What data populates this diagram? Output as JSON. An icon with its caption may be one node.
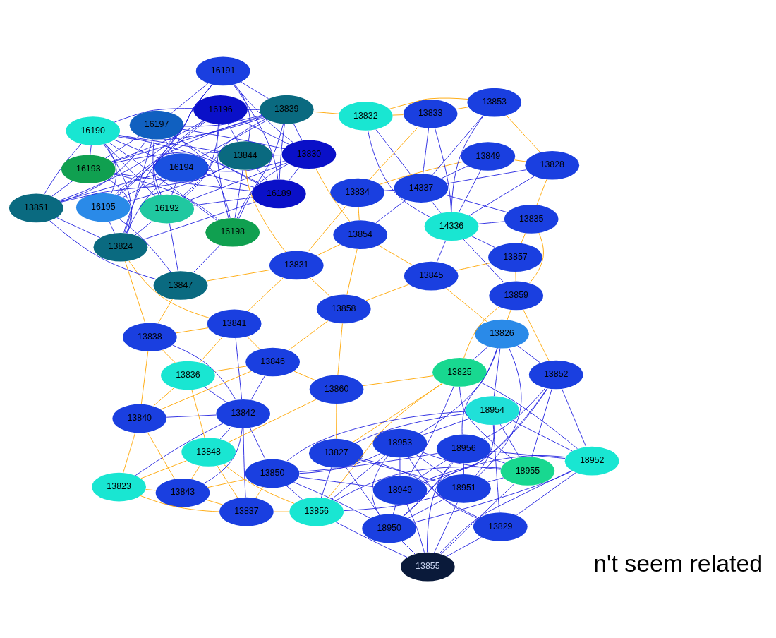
{
  "diagram": {
    "nodes": [
      {
        "text": [
          "13842"
        ]
      },
      {
        "text": [
          "13840"
        ]
      },
      {
        "text": [
          "13843"
        ]
      },
      {
        "text": [
          "16190"
        ]
      },
      {
        "text": [
          "16192"
        ]
      },
      {
        "text": [
          "13838"
        ]
      },
      {
        "text": [
          "13823"
        ]
      },
      {
        "text": [
          "13837"
        ]
      },
      {
        "text": [
          "13850"
        ]
      },
      {
        "text": [
          "18950"
        ]
      },
      {
        "text": [
          "18953"
        ]
      },
      {
        "text": [
          "18949"
        ]
      },
      {
        "text": [
          "16194"
        ]
      },
      {
        "text": [
          "13824"
        ]
      },
      {
        "text": [
          "13836"
        ]
      },
      {
        "text": [
          "13848"
        ]
      },
      {
        "text": [
          "16189"
        ]
      },
      {
        "text": [
          "13851"
        ]
      },
      {
        "text": [
          "13847"
        ]
      },
      {
        "text": [
          "13841"
        ]
      },
      {
        "text": [
          "13846"
        ]
      },
      {
        "text": [
          "13856"
        ]
      },
      {
        "text": [
          "13855"
        ]
      },
      {
        "text": [
          "18951"
        ]
      },
      {
        "text": [
          "16191"
        ]
      },
      {
        "text": [
          "16195"
        ]
      },
      {
        "text": [
          "13844"
        ]
      },
      {
        "text": [
          "13860"
        ]
      },
      {
        "text": [
          "13827"
        ]
      },
      {
        "text": [
          "18952"
        ]
      },
      {
        "text": [
          "13831"
        ]
      },
      {
        "text": [
          "18954"
        ]
      },
      {
        "text": [
          "16197"
        ]
      },
      {
        "text": [
          "16196"
        ]
      },
      {
        "text": [
          "13830"
        ]
      },
      {
        "text": [
          "13858"
        ]
      },
      {
        "text": [
          "13825"
        ]
      },
      {
        "text": [
          "13829"
        ]
      },
      {
        "text": [
          "13854"
        ]
      },
      {
        "text": [
          "13845"
        ]
      },
      {
        "text": [
          "18955"
        ]
      },
      {
        "text": [
          "16193"
        ]
      },
      {
        "text": [
          "13839"
        ]
      },
      {
        "text": [
          "13826"
        ]
      },
      {
        "text": [
          "13852"
        ]
      },
      {
        "text": [
          "18956"
        ]
      },
      {
        "text": [
          "16198"
        ]
      },
      {
        "text": [
          "13834"
        ]
      },
      {
        "text": [
          "13857"
        ]
      },
      {
        "text": [
          "13859"
        ]
      },
      {
        "text": [
          "13832"
        ]
      },
      {
        "text": [
          "13849"
        ]
      },
      {
        "text": [
          "13835"
        ]
      },
      {
        "text": [
          "13833"
        ]
      },
      {
        "text": [
          "13853"
        ]
      },
      {
        "text": [
          "13828"
        ]
      },
      {
        "text": [
          "14337"
        ]
      },
      {
        "text": [
          "14336"
        ]
      }
    ],
    "edges": [
      {
        "from": 0,
        "to": 1,
        "arrow": "none"
      },
      {
        "from": 0,
        "to": 2,
        "arrow": "none"
      },
      {
        "from": 0,
        "to": 5,
        "arrow": "none"
      },
      {
        "from": 0,
        "to": 7,
        "arrow": "none"
      },
      {
        "from": 0,
        "to": 14,
        "arrow": "none"
      },
      {
        "from": 0,
        "to": 20,
        "arrow": "none"
      },
      {
        "from": 0,
        "to": 6,
        "arrow": "none"
      },
      {
        "from": 0,
        "to": 15,
        "arrow": "none"
      },
      {
        "from": 0,
        "to": 8,
        "arrow": "none"
      },
      {
        "from": 0,
        "to": 19,
        "arrow": "none"
      },
      {
        "from": 3,
        "to": 4,
        "arrow": "none"
      },
      {
        "from": 3,
        "to": 12,
        "arrow": "none"
      },
      {
        "from": 3,
        "to": 16,
        "arrow": "none"
      },
      {
        "from": 3,
        "to": 25,
        "arrow": "none"
      },
      {
        "from": 3,
        "to": 33,
        "arrow": "none"
      },
      {
        "from": 3,
        "to": 41,
        "arrow": "none"
      },
      {
        "from": 3,
        "to": 46,
        "arrow": "none"
      },
      {
        "from": 4,
        "to": 16,
        "arrow": "none"
      },
      {
        "from": 4,
        "to": 12,
        "arrow": "none"
      },
      {
        "from": 4,
        "to": 24,
        "arrow": "none"
      },
      {
        "from": 4,
        "to": 32,
        "arrow": "none"
      },
      {
        "from": 4,
        "to": 33,
        "arrow": "none"
      },
      {
        "from": 12,
        "to": 16,
        "arrow": "none"
      },
      {
        "from": 12,
        "to": 25,
        "arrow": "none"
      },
      {
        "from": 12,
        "to": 32,
        "arrow": "none"
      },
      {
        "from": 16,
        "to": 24,
        "arrow": "none"
      },
      {
        "from": 16,
        "to": 32,
        "arrow": "none"
      },
      {
        "from": 16,
        "to": 41,
        "arrow": "none"
      },
      {
        "from": 24,
        "to": 32,
        "arrow": "none"
      },
      {
        "from": 24,
        "to": 25,
        "arrow": "none"
      },
      {
        "from": 25,
        "to": 33,
        "arrow": "none"
      },
      {
        "from": 32,
        "to": 41,
        "arrow": "none"
      },
      {
        "from": 32,
        "to": 46,
        "arrow": "none"
      },
      {
        "from": 33,
        "to": 41,
        "arrow": "none"
      },
      {
        "from": 33,
        "to": 46,
        "arrow": "none"
      },
      {
        "from": 41,
        "to": 46,
        "arrow": "none"
      },
      {
        "from": 3,
        "to": 13,
        "arrow": "none"
      },
      {
        "from": 3,
        "to": 17,
        "arrow": "none"
      },
      {
        "from": 3,
        "to": 26,
        "arrow": "none"
      },
      {
        "from": 3,
        "to": 42,
        "arrow": "none"
      },
      {
        "from": 4,
        "to": 13,
        "arrow": "none"
      },
      {
        "from": 4,
        "to": 18,
        "arrow": "none"
      },
      {
        "from": 4,
        "to": 34,
        "arrow": "none"
      },
      {
        "from": 4,
        "to": 42,
        "arrow": "none"
      },
      {
        "from": 12,
        "to": 13,
        "arrow": "none"
      },
      {
        "from": 12,
        "to": 17,
        "arrow": "none"
      },
      {
        "from": 12,
        "to": 34,
        "arrow": "none"
      },
      {
        "from": 12,
        "to": 42,
        "arrow": "none"
      },
      {
        "from": 16,
        "to": 13,
        "arrow": "none"
      },
      {
        "from": 16,
        "to": 26,
        "arrow": "none"
      },
      {
        "from": 16,
        "to": 34,
        "arrow": "none"
      },
      {
        "from": 16,
        "to": 42,
        "arrow": "none"
      },
      {
        "from": 24,
        "to": 17,
        "arrow": "none"
      },
      {
        "from": 24,
        "to": 26,
        "arrow": "none"
      },
      {
        "from": 24,
        "to": 34,
        "arrow": "none"
      },
      {
        "from": 24,
        "to": 42,
        "arrow": "none"
      },
      {
        "from": 25,
        "to": 13,
        "arrow": "none"
      },
      {
        "from": 25,
        "to": 18,
        "arrow": "none"
      },
      {
        "from": 25,
        "to": 26,
        "arrow": "none"
      },
      {
        "from": 25,
        "to": 42,
        "arrow": "none"
      },
      {
        "from": 32,
        "to": 13,
        "arrow": "none"
      },
      {
        "from": 32,
        "to": 17,
        "arrow": "none"
      },
      {
        "from": 32,
        "to": 34,
        "arrow": "none"
      },
      {
        "from": 32,
        "to": 42,
        "arrow": "none"
      },
      {
        "from": 33,
        "to": 13,
        "arrow": "none"
      },
      {
        "from": 33,
        "to": 26,
        "arrow": "none"
      },
      {
        "from": 33,
        "to": 34,
        "arrow": "none"
      },
      {
        "from": 33,
        "to": 42,
        "arrow": "none"
      },
      {
        "from": 41,
        "to": 13,
        "arrow": "none"
      },
      {
        "from": 41,
        "to": 17,
        "arrow": "none"
      },
      {
        "from": 41,
        "to": 26,
        "arrow": "none"
      },
      {
        "from": 41,
        "to": 42,
        "arrow": "none"
      },
      {
        "from": 46,
        "to": 18,
        "arrow": "none"
      },
      {
        "from": 46,
        "to": 26,
        "arrow": "none"
      },
      {
        "from": 46,
        "to": 34,
        "arrow": "none"
      },
      {
        "from": 46,
        "to": 42,
        "arrow": "none"
      },
      {
        "from": 13,
        "to": 17,
        "arrow": "none"
      },
      {
        "from": 17,
        "to": 18,
        "arrow": "none"
      },
      {
        "from": 17,
        "to": 26,
        "arrow": "none"
      },
      {
        "from": 26,
        "to": 34,
        "arrow": "none"
      },
      {
        "from": 34,
        "to": 42,
        "arrow": "none"
      },
      {
        "from": 9,
        "to": 10,
        "arrow": "none"
      },
      {
        "from": 9,
        "to": 11,
        "arrow": "none"
      },
      {
        "from": 9,
        "to": 23,
        "arrow": "none"
      },
      {
        "from": 9,
        "to": 29,
        "arrow": "none"
      },
      {
        "from": 9,
        "to": 45,
        "arrow": "none"
      },
      {
        "from": 10,
        "to": 11,
        "arrow": "none"
      },
      {
        "from": 10,
        "to": 23,
        "arrow": "none"
      },
      {
        "from": 10,
        "to": 40,
        "arrow": "none"
      },
      {
        "from": 10,
        "to": 31,
        "arrow": "none"
      },
      {
        "from": 11,
        "to": 29,
        "arrow": "none"
      },
      {
        "from": 11,
        "to": 45,
        "arrow": "none"
      },
      {
        "from": 23,
        "to": 31,
        "arrow": "none"
      },
      {
        "from": 23,
        "to": 40,
        "arrow": "none"
      },
      {
        "from": 29,
        "to": 31,
        "arrow": "none"
      },
      {
        "from": 29,
        "to": 45,
        "arrow": "none"
      },
      {
        "from": 31,
        "to": 40,
        "arrow": "none"
      },
      {
        "from": 40,
        "to": 45,
        "arrow": "none"
      },
      {
        "from": 23,
        "to": 45,
        "arrow": "none"
      },
      {
        "from": 9,
        "to": 8,
        "arrow": "none"
      },
      {
        "from": 9,
        "to": 22,
        "arrow": "none"
      },
      {
        "from": 9,
        "to": 28,
        "arrow": "none"
      },
      {
        "from": 9,
        "to": 44,
        "arrow": "none"
      },
      {
        "from": 10,
        "to": 8,
        "arrow": "none"
      },
      {
        "from": 10,
        "to": 21,
        "arrow": "none"
      },
      {
        "from": 10,
        "to": 37,
        "arrow": "none"
      },
      {
        "from": 10,
        "to": 43,
        "arrow": "none"
      },
      {
        "from": 11,
        "to": 8,
        "arrow": "none"
      },
      {
        "from": 11,
        "to": 22,
        "arrow": "none"
      },
      {
        "from": 11,
        "to": 36,
        "arrow": "none"
      },
      {
        "from": 11,
        "to": 44,
        "arrow": "none"
      },
      {
        "from": 23,
        "to": 21,
        "arrow": "none"
      },
      {
        "from": 23,
        "to": 22,
        "arrow": "none"
      },
      {
        "from": 23,
        "to": 28,
        "arrow": "none"
      },
      {
        "from": 23,
        "to": 43,
        "arrow": "none"
      },
      {
        "from": 29,
        "to": 22,
        "arrow": "none"
      },
      {
        "from": 29,
        "to": 37,
        "arrow": "none"
      },
      {
        "from": 29,
        "to": 36,
        "arrow": "none"
      },
      {
        "from": 29,
        "to": 44,
        "arrow": "none"
      },
      {
        "from": 31,
        "to": 8,
        "arrow": "none"
      },
      {
        "from": 31,
        "to": 28,
        "arrow": "none"
      },
      {
        "from": 31,
        "to": 43,
        "arrow": "none"
      },
      {
        "from": 31,
        "to": 37,
        "arrow": "none"
      },
      {
        "from": 40,
        "to": 21,
        "arrow": "none"
      },
      {
        "from": 40,
        "to": 36,
        "arrow": "none"
      },
      {
        "from": 40,
        "to": 44,
        "arrow": "none"
      },
      {
        "from": 40,
        "to": 22,
        "arrow": "none"
      },
      {
        "from": 45,
        "to": 8,
        "arrow": "none"
      },
      {
        "from": 45,
        "to": 22,
        "arrow": "none"
      },
      {
        "from": 45,
        "to": 43,
        "arrow": "none"
      },
      {
        "from": 45,
        "to": 44,
        "arrow": "none"
      },
      {
        "from": 8,
        "to": 21,
        "arrow": "none"
      },
      {
        "from": 21,
        "to": 22,
        "arrow": "none"
      },
      {
        "from": 21,
        "to": 28,
        "arrow": "none"
      },
      {
        "from": 22,
        "to": 37,
        "arrow": "none"
      },
      {
        "from": 36,
        "to": 43,
        "arrow": "none"
      },
      {
        "from": 43,
        "to": 44,
        "arrow": "none"
      },
      {
        "from": 28,
        "to": 37,
        "arrow": "none"
      },
      {
        "from": 56,
        "to": 57,
        "arrow": "none"
      },
      {
        "from": 50,
        "to": 56,
        "arrow": "none"
      },
      {
        "from": 53,
        "to": 56,
        "arrow": "none"
      },
      {
        "from": 54,
        "to": 56,
        "arrow": "none"
      },
      {
        "from": 55,
        "to": 56,
        "arrow": "none"
      },
      {
        "from": 51,
        "to": 56,
        "arrow": "none"
      },
      {
        "from": 38,
        "to": 56,
        "arrow": "none"
      },
      {
        "from": 47,
        "to": 56,
        "arrow": "none"
      },
      {
        "from": 52,
        "to": 56,
        "arrow": "none"
      },
      {
        "from": 50,
        "to": 57,
        "arrow": "none"
      },
      {
        "from": 53,
        "to": 57,
        "arrow": "none"
      },
      {
        "from": 54,
        "to": 57,
        "arrow": "none"
      },
      {
        "from": 55,
        "to": 57,
        "arrow": "none"
      },
      {
        "from": 51,
        "to": 57,
        "arrow": "none"
      },
      {
        "from": 48,
        "to": 57,
        "arrow": "none"
      },
      {
        "from": 49,
        "to": 57,
        "arrow": "none"
      },
      {
        "from": 52,
        "to": 57,
        "arrow": "none"
      },
      {
        "from": 39,
        "to": 57,
        "arrow": "none"
      },
      {
        "from": 1,
        "to": 2,
        "arrow": "none",
        "color": "#ffa500"
      },
      {
        "from": 1,
        "to": 5,
        "arrow": "none",
        "color": "#ffa500"
      },
      {
        "from": 1,
        "to": 6,
        "arrow": "none",
        "color": "#ffa500"
      },
      {
        "from": 1,
        "to": 14,
        "arrow": "none",
        "color": "#ffa500"
      },
      {
        "from": 1,
        "to": 20,
        "arrow": "none",
        "color": "#ffa500"
      },
      {
        "from": 2,
        "to": 6,
        "arrow": "none",
        "color": "#ffa500"
      },
      {
        "from": 2,
        "to": 7,
        "arrow": "none",
        "color": "#ffa500"
      },
      {
        "from": 2,
        "to": 15,
        "arrow": "none",
        "color": "#ffa500"
      },
      {
        "from": 2,
        "to": 8,
        "arrow": "none",
        "color": "#ffa500"
      },
      {
        "from": 5,
        "to": 14,
        "arrow": "none",
        "color": "#ffa500"
      },
      {
        "from": 5,
        "to": 19,
        "arrow": "none",
        "color": "#ffa500"
      },
      {
        "from": 5,
        "to": 13,
        "arrow": "none",
        "color": "#ffa500"
      },
      {
        "from": 5,
        "to": 18,
        "arrow": "none",
        "color": "#ffa500"
      },
      {
        "from": 6,
        "to": 7,
        "arrow": "none",
        "color": "#ffa500"
      },
      {
        "from": 6,
        "to": 15,
        "arrow": "none",
        "color": "#ffa500"
      },
      {
        "from": 7,
        "to": 15,
        "arrow": "none",
        "color": "#ffa500"
      },
      {
        "from": 7,
        "to": 21,
        "arrow": "none",
        "color": "#ffa500"
      },
      {
        "from": 7,
        "to": 8,
        "arrow": "none",
        "color": "#ffa500"
      },
      {
        "from": 14,
        "to": 15,
        "arrow": "none",
        "color": "#ffa500"
      },
      {
        "from": 14,
        "to": 20,
        "arrow": "none",
        "color": "#ffa500"
      },
      {
        "from": 14,
        "to": 19,
        "arrow": "none",
        "color": "#ffa500"
      },
      {
        "from": 15,
        "to": 27,
        "arrow": "none",
        "color": "#ffa500"
      },
      {
        "from": 15,
        "to": 21,
        "arrow": "none",
        "color": "#ffa500"
      },
      {
        "from": 19,
        "to": 20,
        "arrow": "none",
        "color": "#ffa500"
      },
      {
        "from": 19,
        "to": 30,
        "arrow": "none",
        "color": "#ffa500"
      },
      {
        "from": 20,
        "to": 27,
        "arrow": "none",
        "color": "#ffa500"
      },
      {
        "from": 20,
        "to": 35,
        "arrow": "none",
        "color": "#ffa500"
      },
      {
        "from": 27,
        "to": 35,
        "arrow": "none",
        "color": "#ffa500"
      },
      {
        "from": 27,
        "to": 28,
        "arrow": "none",
        "color": "#ffa500"
      },
      {
        "from": 27,
        "to": 36,
        "arrow": "none",
        "color": "#ffa500"
      },
      {
        "from": 30,
        "to": 35,
        "arrow": "none",
        "color": "#ffa500"
      },
      {
        "from": 30,
        "to": 38,
        "arrow": "none",
        "color": "#ffa500"
      },
      {
        "from": 35,
        "to": 38,
        "arrow": "none",
        "color": "#ffa500"
      },
      {
        "from": 35,
        "to": 39,
        "arrow": "none",
        "color": "#ffa500"
      },
      {
        "from": 38,
        "to": 39,
        "arrow": "none",
        "color": "#ffa500"
      },
      {
        "from": 38,
        "to": 47,
        "arrow": "none",
        "color": "#ffa500"
      },
      {
        "from": 39,
        "to": 48,
        "arrow": "none",
        "color": "#ffa500"
      },
      {
        "from": 39,
        "to": 43,
        "arrow": "none",
        "color": "#ffa500"
      },
      {
        "from": 47,
        "to": 51,
        "arrow": "none",
        "color": "#ffa500"
      },
      {
        "from": 47,
        "to": 53,
        "arrow": "none",
        "color": "#ffa500"
      },
      {
        "from": 48,
        "to": 49,
        "arrow": "none",
        "color": "#ffa500"
      },
      {
        "from": 48,
        "to": 52,
        "arrow": "none",
        "color": "#ffa500"
      },
      {
        "from": 49,
        "to": 36,
        "arrow": "none",
        "color": "#ffa500"
      },
      {
        "from": 50,
        "to": 53,
        "arrow": "none",
        "color": "#ffa500"
      },
      {
        "from": 50,
        "to": 54,
        "arrow": "none",
        "color": "#ffa500"
      },
      {
        "from": 51,
        "to": 55,
        "arrow": "none",
        "color": "#ffa500"
      },
      {
        "from": 53,
        "to": 54,
        "arrow": "none",
        "color": "#ffa500"
      },
      {
        "from": 54,
        "to": 55,
        "arrow": "none",
        "color": "#ffa500"
      },
      {
        "from": 52,
        "to": 55,
        "arrow": "none",
        "color": "#ffa500"
      },
      {
        "from": 13,
        "to": 19,
        "arrow": "none",
        "color": "#ffa500"
      },
      {
        "from": 18,
        "to": 30,
        "arrow": "none",
        "color": "#ffa500"
      },
      {
        "from": 26,
        "to": 30,
        "arrow": "none",
        "color": "#ffa500"
      },
      {
        "from": 34,
        "to": 38,
        "arrow": "none",
        "color": "#ffa500"
      },
      {
        "from": 42,
        "to": 50,
        "arrow": "none",
        "color": "#ffa500"
      },
      {
        "from": 21,
        "to": 36,
        "arrow": "none",
        "color": "#ffa500"
      },
      {
        "from": 28,
        "to": 36,
        "arrow": "none",
        "color": "#ffa500"
      },
      {
        "from": 43,
        "to": 49,
        "arrow": "none",
        "color": "#ffa500"
      },
      {
        "from": 44,
        "to": 49,
        "arrow": "none",
        "color": "#ffa500"
      },
      {
        "from": 49,
        "to": 52,
        "arrow": "none",
        "color": "#ffa500"
      },
      {
        "from": 30,
        "to": 47,
        "arrow": "none",
        "color": "#ffa500"
      }
    ],
    "labels": [
      "n't seem related"
    ]
  }
}
